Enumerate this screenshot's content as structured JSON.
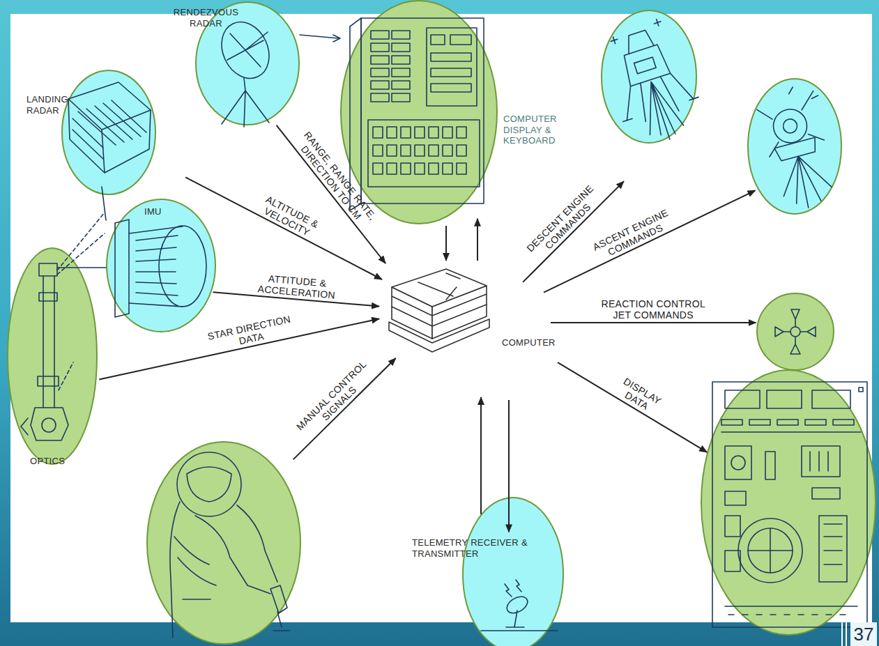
{
  "diagram": {
    "nodes": [
      {
        "text": [
          "RENDEZVOUS RADAR"
        ]
      },
      {
        "text": [
          "LANDING RADAR"
        ]
      },
      {
        "text": [
          "COMPUTER DISPLAY & KEYBOARD"
        ]
      },
      {
        "text": []
      },
      {
        "text": []
      },
      {
        "text": [
          "IMU"
        ]
      },
      {
        "text": [
          "OPTICS"
        ]
      },
      {
        "text": [
          "COMPUTER"
        ]
      },
      {
        "text": []
      },
      {
        "text": []
      },
      {
        "text": [
          "TELEMETRY RECEIVER & TRANSMITTER"
        ]
      },
      {
        "text": []
      }
    ],
    "edges": [
      {
        "from": 0,
        "to": 7,
        "label": "RANGE, RANGE RATE, DIRECTION TO CM",
        "arrow": "to"
      },
      {
        "from": 1,
        "to": 7,
        "label": "ALTITUDE & VELOCITY",
        "arrow": "to"
      },
      {
        "from": 2,
        "to": 7,
        "arrow": "to"
      },
      {
        "from": 7,
        "to": 2,
        "arrow": "to"
      },
      {
        "from": 7,
        "to": 3,
        "label": "DESCENT ENGINE COMMANDS",
        "arrow": "to"
      },
      {
        "from": 7,
        "to": 4,
        "label": "ASCENT ENGINE COMMANDS",
        "arrow": "to"
      },
      {
        "from": 5,
        "to": 7,
        "label": "ATTITUDE & ACCELERATION",
        "arrow": "to"
      },
      {
        "from": 6,
        "to": 7,
        "label": "STAR DIRECTION DATA",
        "arrow": "to"
      },
      {
        "from": 7,
        "to": 8,
        "label": "REACTION CONTROL JET COMMANDS",
        "arrow": "to"
      },
      {
        "from": 9,
        "to": 7,
        "label": "MANUAL CONTROL SIGNALS",
        "arrow": "to"
      },
      {
        "from": 10,
        "to": 7,
        "arrow": "to"
      },
      {
        "from": 7,
        "to": 10,
        "arrow": "to"
      },
      {
        "from": 7,
        "to": 11,
        "label": "DISPLAY DATA",
        "arrow": "to"
      }
    ],
    "labels": [
      "37"
    ]
  }
}
